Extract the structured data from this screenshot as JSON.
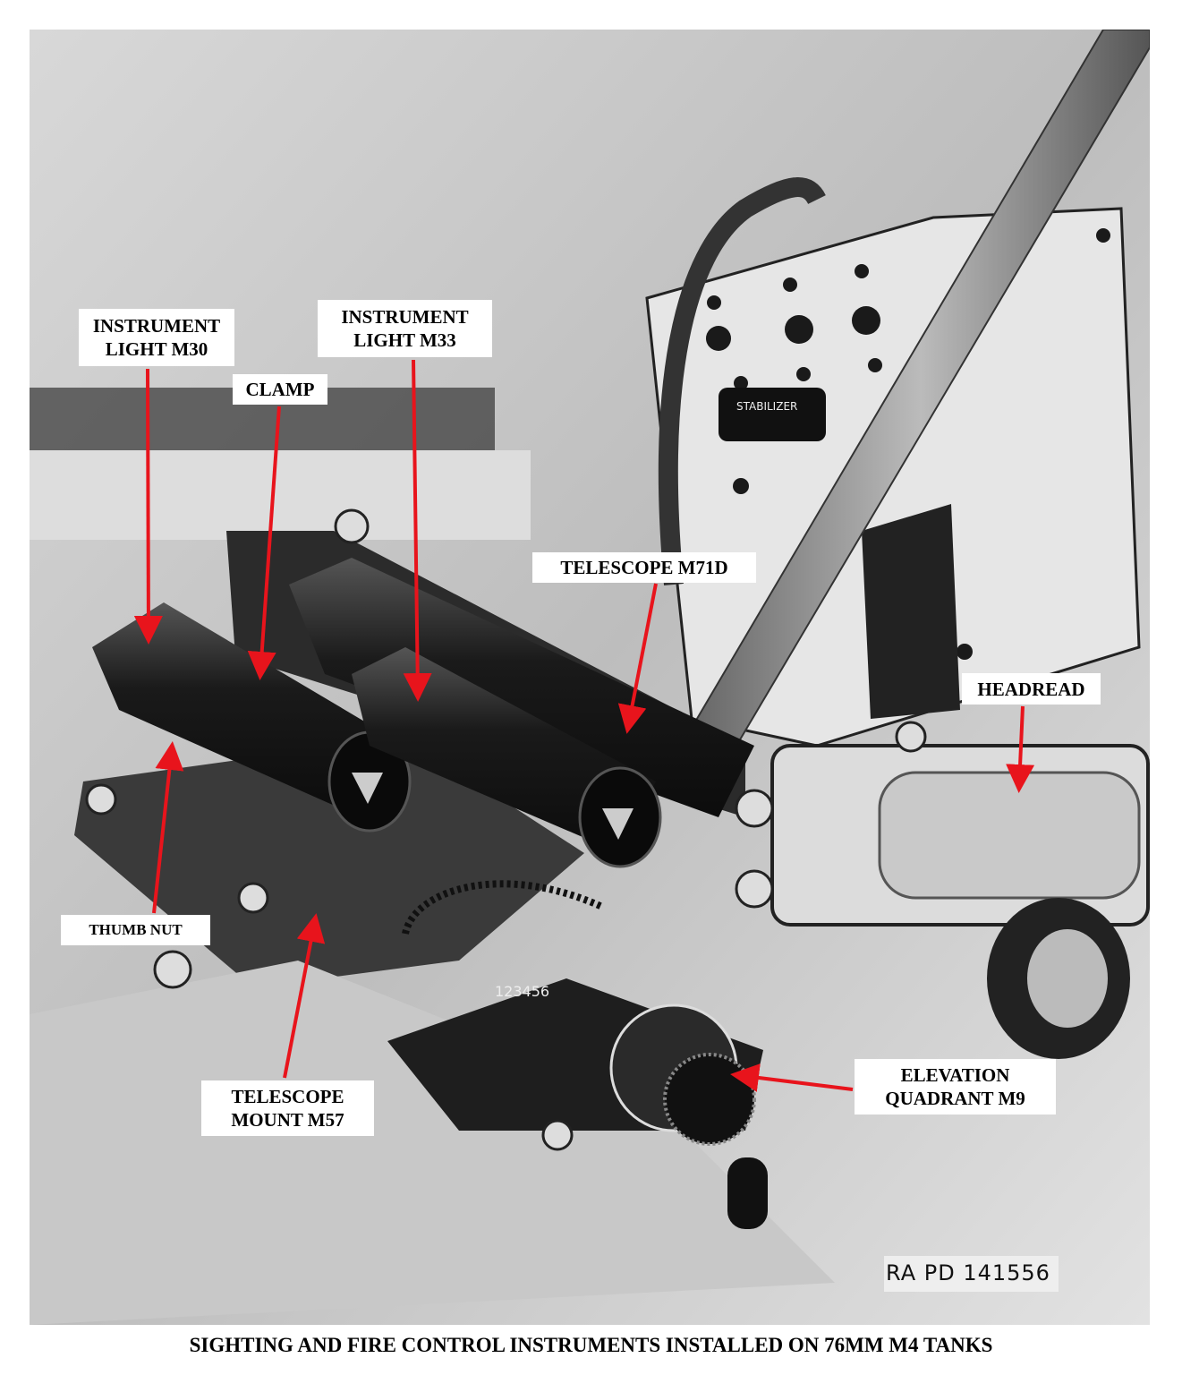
{
  "labels": {
    "instrument_light_m30": [
      "INSTRUMENT",
      "LIGHT M30"
    ],
    "clamp": "CLAMP",
    "instrument_light_m33": [
      "INSTRUMENT",
      "LIGHT M33"
    ],
    "telescope_m71d": "TELESCOPE M71D",
    "headread": "HEADREAD",
    "thumb_nut": "THUMB NUT",
    "telescope_mount_m57": [
      "TELESCOPE",
      "MOUNT M57"
    ],
    "elevation_quadrant_m9": [
      "ELEVATION",
      "QUADRANT M9"
    ]
  },
  "photo_text": {
    "plate_number": "RA PD 141556",
    "stabilizer_plate": "STABILIZER",
    "scale_numbers": "123456"
  },
  "caption": "SIGHTING AND FIRE CONTROL INSTRUMENTS INSTALLED ON 76MM M4 TANKS",
  "colors": {
    "arrow": "#e8141c",
    "label_bg": "#ffffff"
  }
}
